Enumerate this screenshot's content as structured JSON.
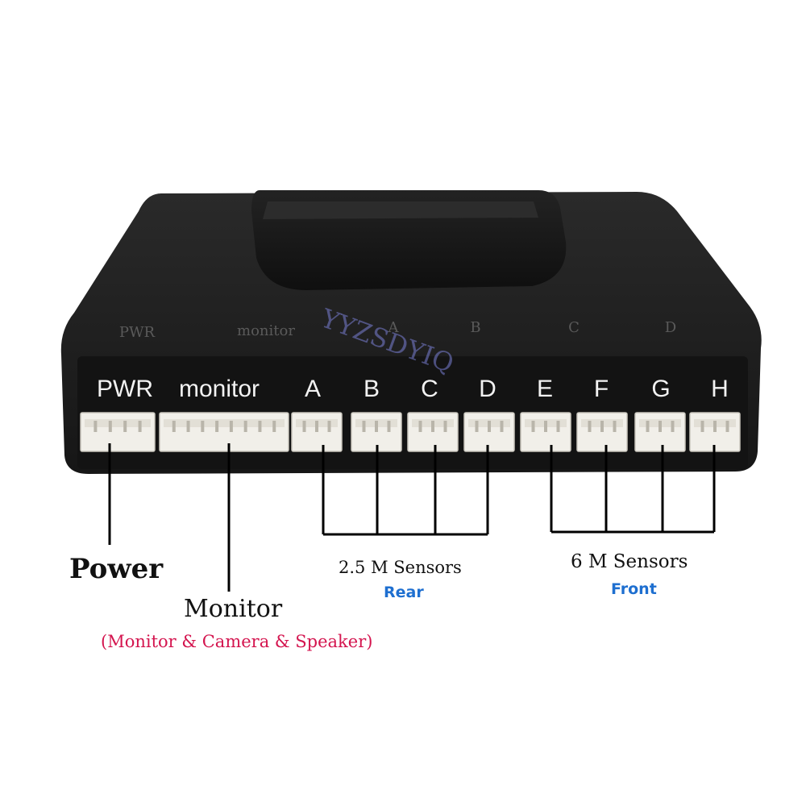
{
  "device": {
    "main_labels": [
      "PWR",
      "monitor"
    ],
    "channel_labels": [
      "A",
      "B",
      "C",
      "D",
      "E",
      "F",
      "G",
      "H"
    ],
    "molded_labels": [
      "PWR",
      "monitor",
      "A",
      "B",
      "C",
      "D"
    ],
    "watermark": "YYZSDYIQ"
  },
  "annotations": {
    "power": "Power",
    "monitor": "Monitor",
    "monitor_sub": "(Monitor & Camera & Speaker)",
    "rear_title": "2.5 M Sensors",
    "rear_sub": "Rear",
    "front_title": "6 M Sensors",
    "front_sub": "Front"
  },
  "colors": {
    "body": "#1b1b1b",
    "label_text": "#f2f2f2",
    "connector": "#f1efe9",
    "line": "#000000",
    "rear_front_accent": "#1e6fd0",
    "monitor_sub_accent": "#d4154f",
    "watermark": "#7a7fd6"
  }
}
